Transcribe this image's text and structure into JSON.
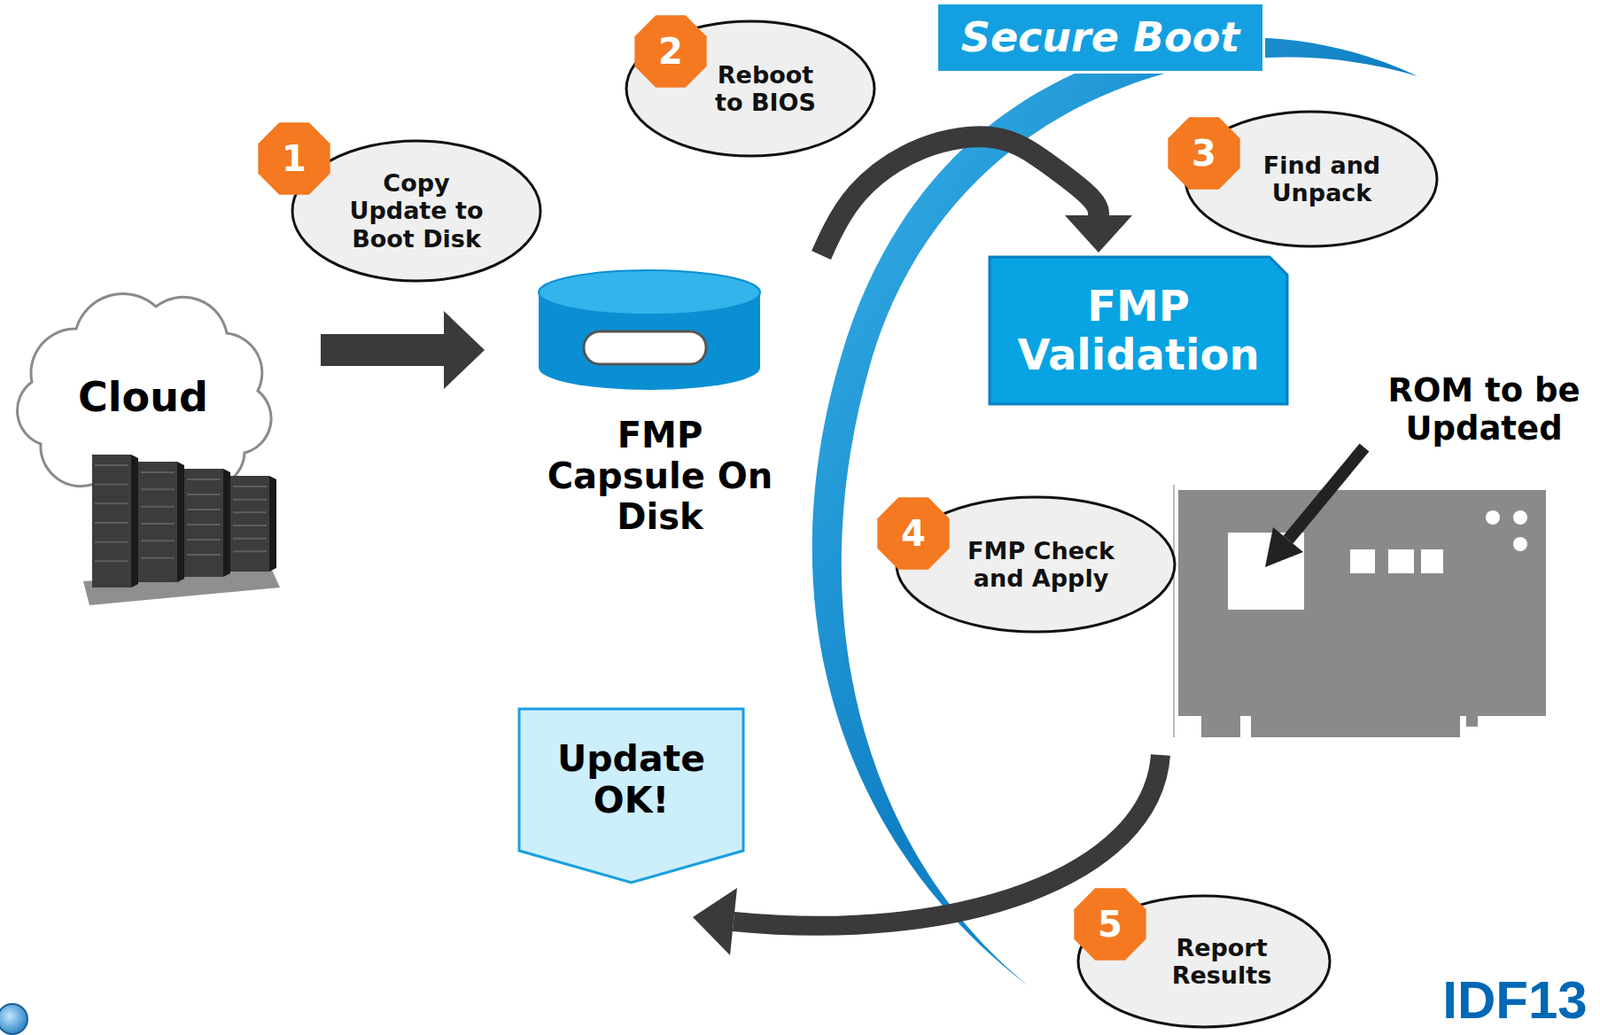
{
  "diagram": {
    "nodes": [
      {
        "text": [
          "Cloud"
        ]
      },
      {
        "text": [
          "Copy Update to Boot Disk"
        ]
      },
      {
        "text": [
          "1"
        ],
        "in": 1
      },
      {
        "text": [
          "FMP Capsule On Disk"
        ]
      },
      {
        "text": [
          "Reboot to BIOS"
        ]
      },
      {
        "text": [
          "2"
        ],
        "in": 4
      },
      {
        "text": [
          "Secure Boot"
        ]
      },
      {
        "text": [
          "Find and Unpack"
        ]
      },
      {
        "text": [
          "3"
        ],
        "in": 7
      },
      {
        "text": [
          "FMP Validation"
        ]
      },
      {
        "text": [
          "FMP Check and Apply"
        ]
      },
      {
        "text": [
          "4"
        ],
        "in": 10
      },
      {
        "text": [
          "Update OK!"
        ]
      },
      {
        "text": [
          "Report Results"
        ]
      },
      {
        "text": [
          "5"
        ],
        "in": 13
      }
    ],
    "edges": [
      {
        "from": 0,
        "to": 3,
        "arrow": "to"
      },
      {
        "from": 3,
        "to": 9,
        "arrow": "to"
      }
    ],
    "labels": [
      "ROM to be Updated",
      "IDF13"
    ]
  }
}
